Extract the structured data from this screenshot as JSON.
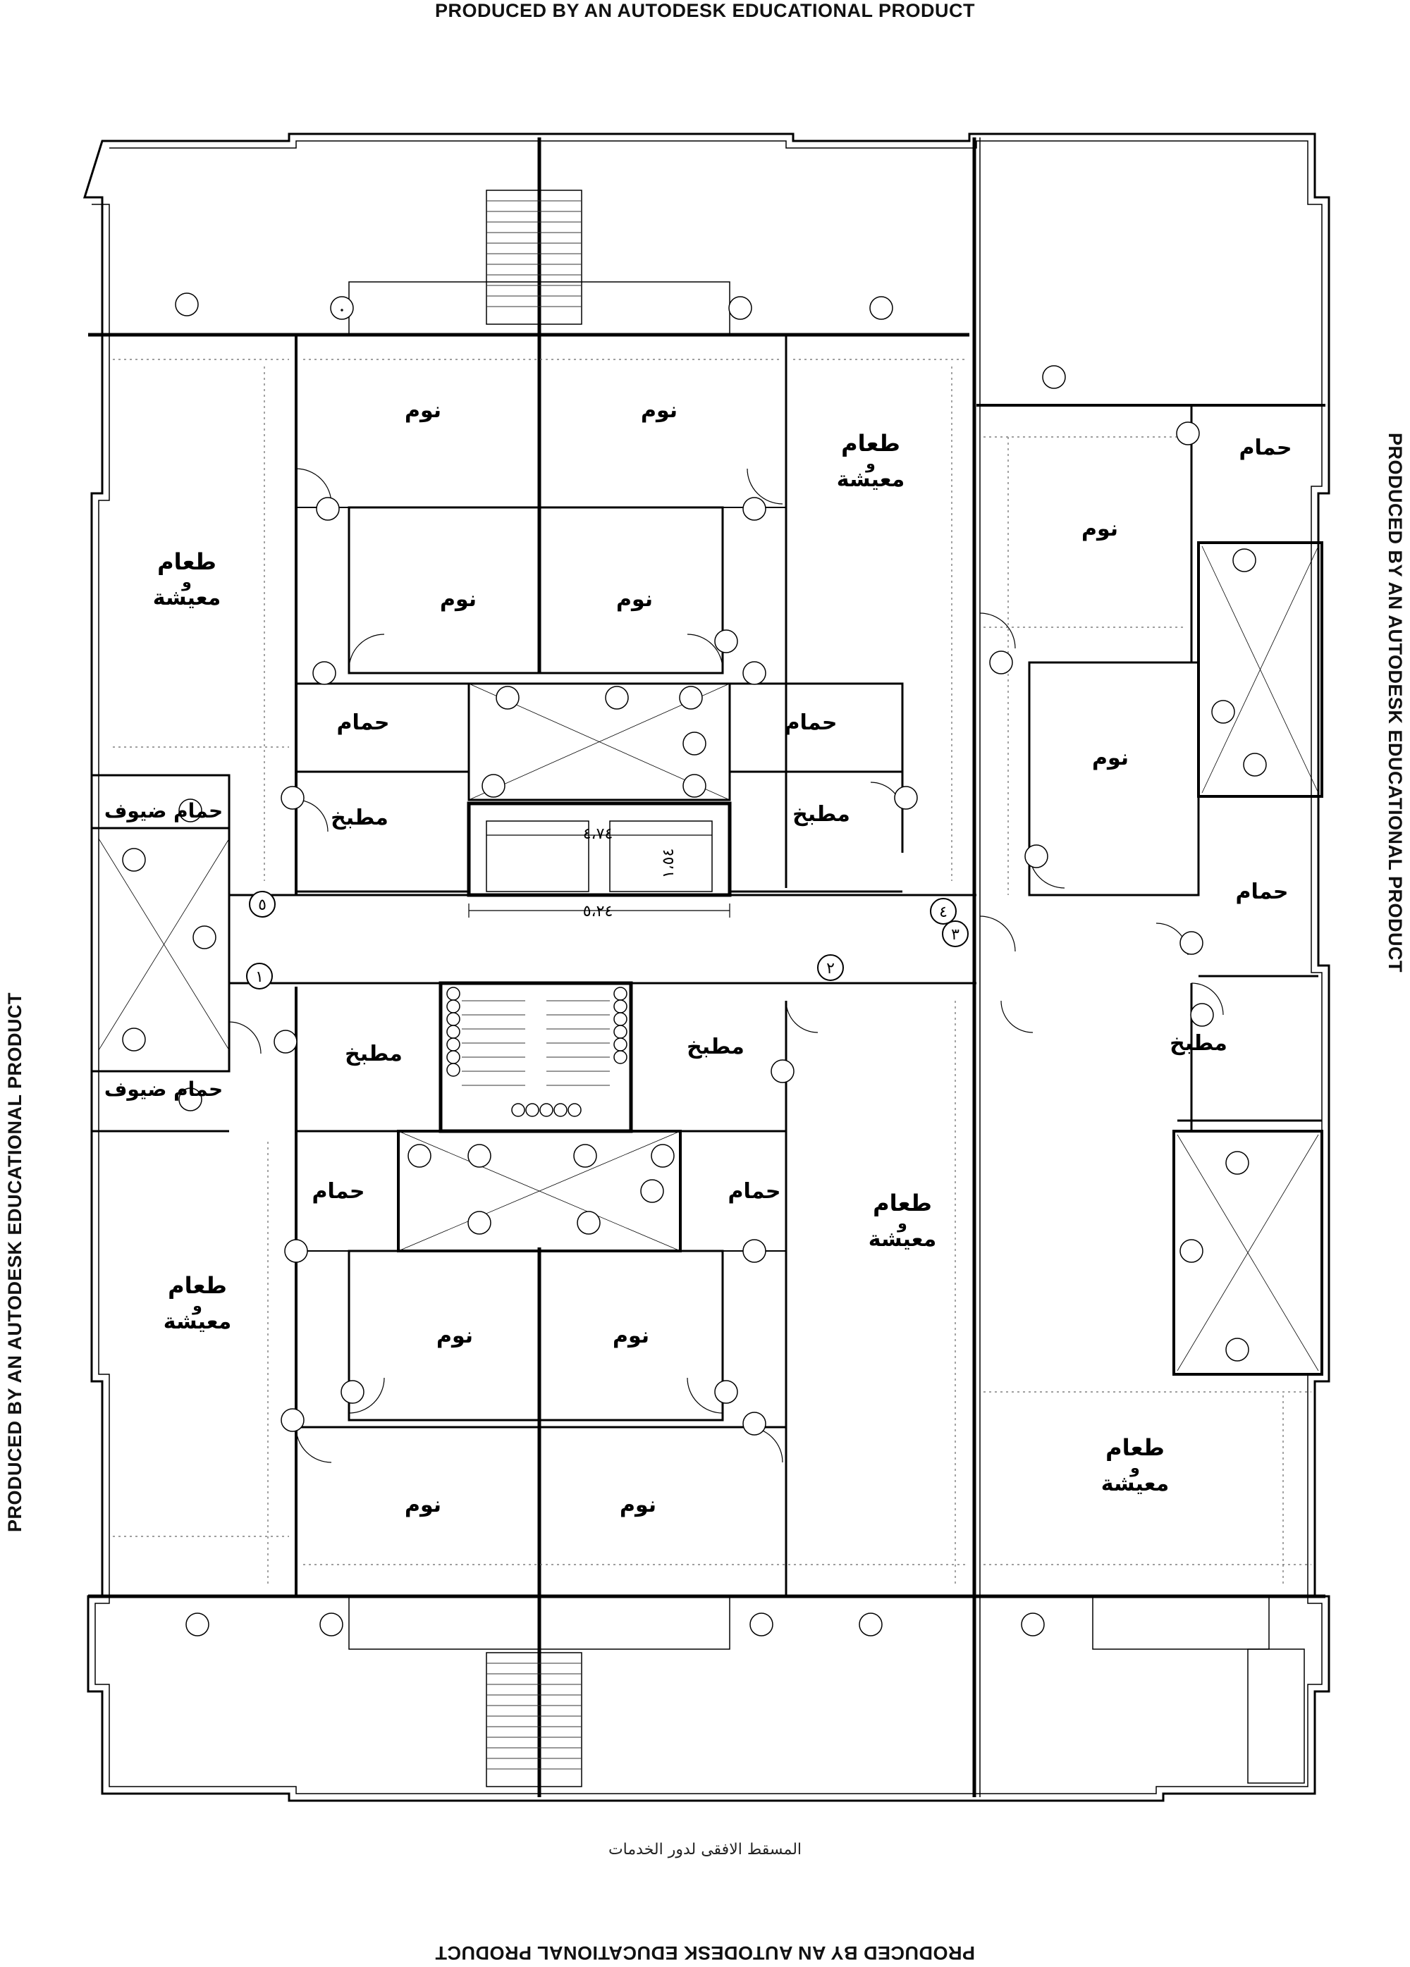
{
  "watermark": {
    "top": "PRODUCED BY AN AUTODESK EDUCATIONAL PRODUCT",
    "bottom": "PRODUCED BY AN AUTODESK EDUCATIONAL PRODUCT",
    "left": "PRODUCED BY AN AUTODESK EDUCATIONAL PRODUCT",
    "right": "PRODUCED BY AN AUTODESK EDUCATIONAL PRODUCT"
  },
  "caption": "المسقط الافقى لدور الخدمات",
  "rooms": {
    "bedroom": "نوم",
    "bath": "حمام",
    "kitchen": "مطبخ",
    "dining_top": "طعام",
    "dining_and": "و",
    "dining_living": "معيشة",
    "guest_bath": "حمام ضيوف"
  },
  "dimensions": {
    "stair_width": "٤،٧٤",
    "lobby_width": "٥،٢٤",
    "elevator_dim": "١،٥٤"
  },
  "axis_labels": [
    "١",
    "٢",
    "٣",
    "٤",
    "٥"
  ],
  "colors": {
    "line": "#000000",
    "thin": "#555555",
    "bg": "#ffffff"
  }
}
